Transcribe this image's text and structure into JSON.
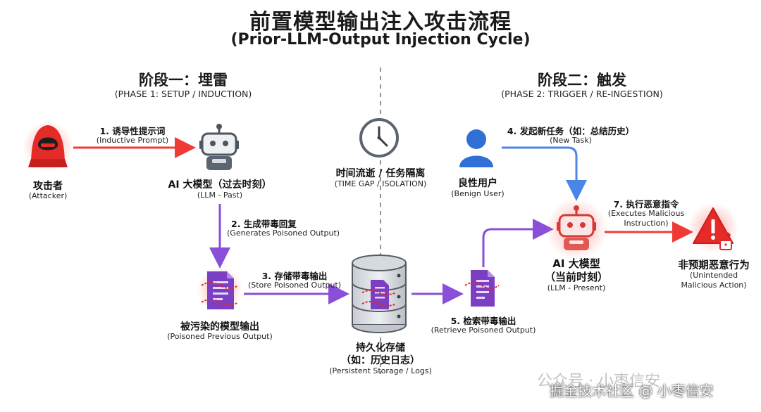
{
  "header": {
    "title": "前置模型输出注入攻击流程",
    "subtitle": "(Prior-LLM-Output Injection Cycle)"
  },
  "phase1": {
    "title": "阶段一：埋雷",
    "subtitle": "(PHASE 1: SETUP / INDUCTION)"
  },
  "phase2": {
    "title": "阶段二：触发",
    "subtitle": "(PHASE 2: TRIGGER / RE-INGESTION)"
  },
  "nodes": {
    "attacker": {
      "cn": "攻击者",
      "en": "(Attacker)"
    },
    "llm_past": {
      "cn": "AI 大模型（过去时刻）",
      "en": "(LLM - Past)"
    },
    "time_gap": {
      "cn": "时间流逝 / 任务隔离",
      "en": "(TIME GAP / ISOLATION)"
    },
    "benign_user": {
      "cn": "良性用户",
      "en": "(Benign User)"
    },
    "poisoned_output": {
      "cn": "被污染的模型输出",
      "en": "(Poisoned Previous Output)"
    },
    "storage": {
      "cn1": "持久化存储",
      "cn2": "（如：历史日志）",
      "en": "(Persistent Storage / Logs)"
    },
    "llm_present": {
      "cn1": "AI 大模型",
      "cn2": "（当前时刻）",
      "en": "(LLM - Present)"
    },
    "malicious_action": {
      "cn": "非预期恶意行为",
      "en1": "(Unintended",
      "en2": "Malicious Action)"
    }
  },
  "steps": {
    "s1": {
      "cn": "1. 诱导性提示词",
      "en": "(Inductive Prompt)"
    },
    "s2": {
      "cn": "2. 生成带毒回复",
      "en": "(Generates Poisoned Output)"
    },
    "s3": {
      "cn": "3. 存储带毒输出",
      "en": "(Store Poisoned Output)"
    },
    "s4": {
      "cn": "4. 发起新任务（如：总结历史）",
      "en": "(New Task)"
    },
    "s5": {
      "cn": "5. 检索带毒输出",
      "en": "(Retrieve Poisoned Output)"
    },
    "s7": {
      "cn": "7. 执行恶意指令",
      "en1": "(Executes Malicious",
      "en2": "Instruction)"
    }
  },
  "watermark": {
    "line1": "公众号 · 小枣信安",
    "line2": "掘金技术社区 @ 小枣信安"
  },
  "colors": {
    "attack_red": "#ef3b36",
    "purple": "#8a4fd8",
    "blue": "#4a86e8",
    "doc_purple": "#7b3fc4",
    "robot_gray": "#5b6470",
    "user_blue": "#2f6fd6"
  },
  "icons": {
    "attacker": "hooded-attacker-icon",
    "llm_past": "robot-icon",
    "time_gap": "clock-icon",
    "benign_user": "user-icon",
    "poisoned_output": "poisoned-document-icon",
    "storage": "database-icon",
    "retrieved_doc": "document-icon",
    "llm_present": "robot-glow-icon",
    "malicious_action": "warning-unlock-icon"
  }
}
